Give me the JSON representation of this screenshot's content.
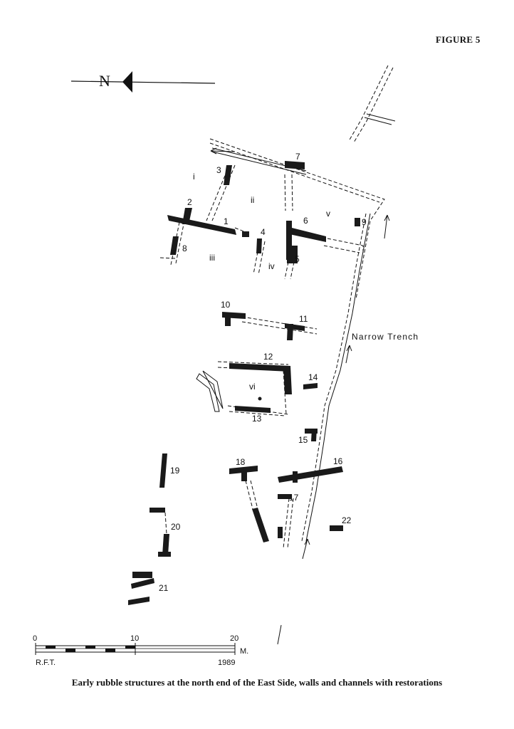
{
  "figure_label": "FIGURE 5",
  "caption": "Early rubble structures at the north end of the East Side, walls and channels with restorations",
  "north_arrow": {
    "label": "N",
    "icon": "north-arrow-icon"
  },
  "structures": [
    "1",
    "2",
    "3",
    "4",
    "5",
    "6",
    "7",
    "8",
    "9",
    "10",
    "11",
    "12",
    "13",
    "14",
    "15",
    "16",
    "17",
    "18",
    "19",
    "20",
    "21",
    "22"
  ],
  "rooms": [
    "i",
    "ii",
    "iii",
    "iv",
    "v",
    "vi"
  ],
  "trench_label": "Narrow Trench",
  "scale": {
    "ticks": [
      "0",
      "10",
      "20"
    ],
    "unit": "M.",
    "author": "R.F.T.",
    "year": "1989"
  }
}
